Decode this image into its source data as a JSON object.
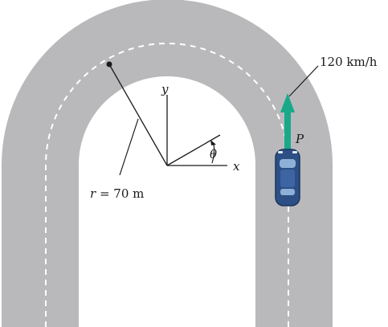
{
  "labels": {
    "speed": "120 km/h",
    "point": "P",
    "axis_y": "y",
    "axis_x": "x",
    "angle": "θ",
    "radius_var": "r",
    "radius_value": " = 70 m"
  },
  "colors": {
    "road": "#b9b9bb",
    "lane_marking": "#ffffff",
    "velocity_arrow": "#1aa88a",
    "car_body": "#2c4f86",
    "car_glass": "#8fb0d6",
    "ink": "#1a1a1a"
  }
}
